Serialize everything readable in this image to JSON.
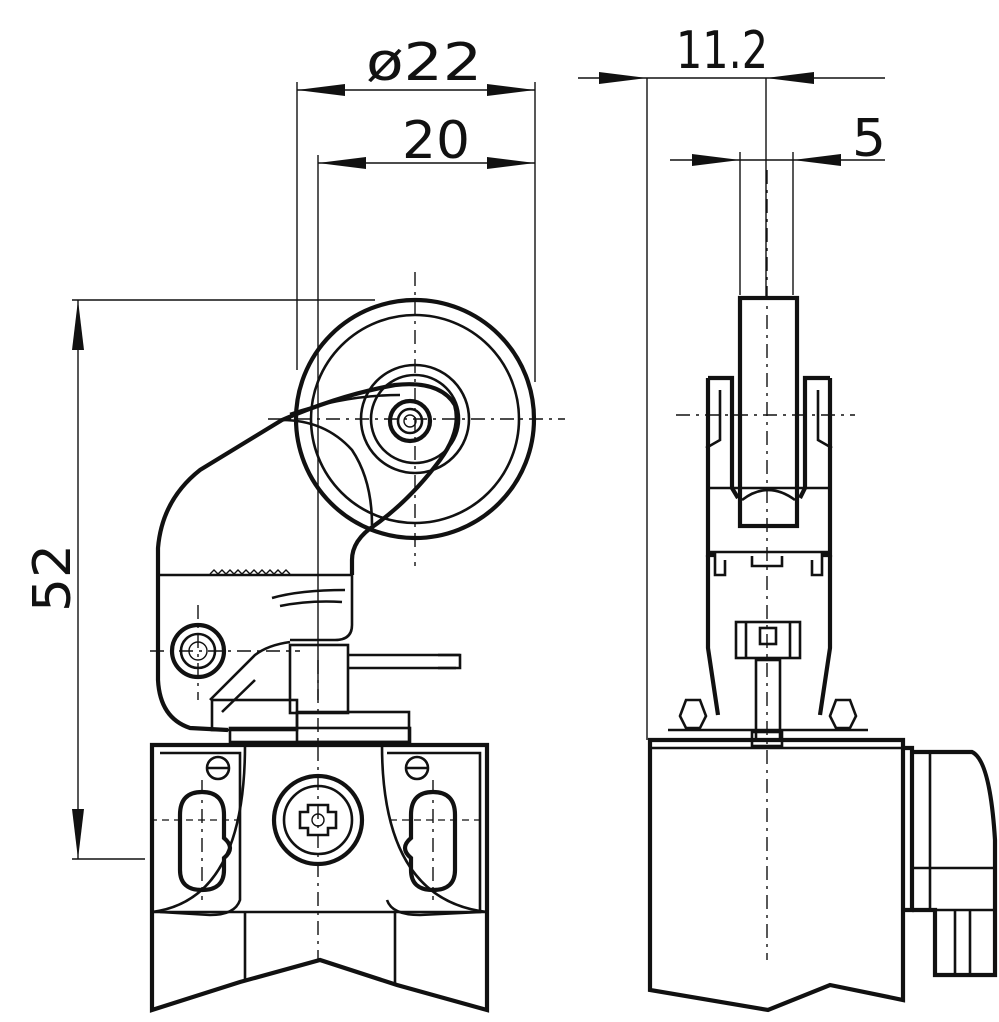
{
  "dimensions": {
    "roller_diameter": "ø22",
    "roller_width_span": "20",
    "overall_height": "52",
    "side_offset": "11.2",
    "roller_thickness": "5"
  }
}
